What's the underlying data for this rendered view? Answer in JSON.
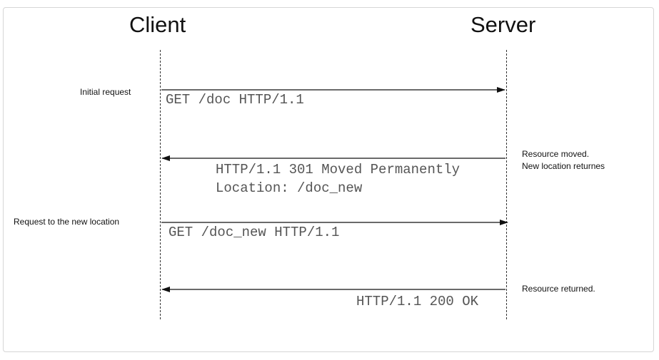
{
  "actors": {
    "client": "Client",
    "server": "Server"
  },
  "steps": [
    {
      "note": "Initial request",
      "lines": [
        "GET /doc HTTP/1.1"
      ],
      "direction": "client-to-server"
    },
    {
      "note_lines": [
        "Resource moved.",
        "New location returnes"
      ],
      "lines": [
        "HTTP/1.1 301 Moved Permanently",
        "Location: /doc_new"
      ],
      "direction": "server-to-client"
    },
    {
      "note": "Request to the new location",
      "lines": [
        "GET /doc_new HTTP/1.1"
      ],
      "direction": "client-to-server"
    },
    {
      "note": "Resource  returned.",
      "lines": [
        "HTTP/1.1 200 OK"
      ],
      "direction": "server-to-client"
    }
  ],
  "colors": {
    "line": "#111111",
    "message_text": "#555555",
    "border": "#d6d6d6"
  }
}
